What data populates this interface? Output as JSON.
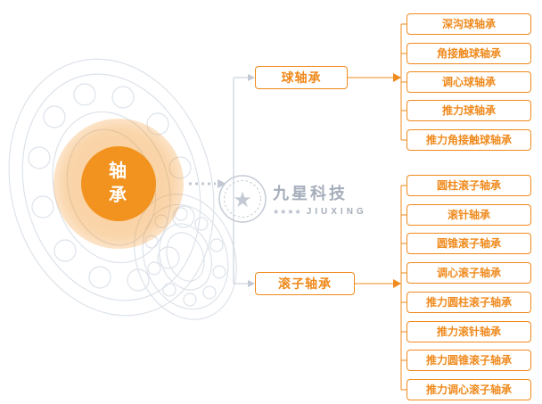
{
  "diagram": {
    "root": {
      "label": "轴\n承"
    },
    "branches": [
      {
        "label": "球轴承",
        "children": [
          "深沟球轴承",
          "角接触球轴承",
          "调心球轴承",
          "推力球轴承",
          "推力角接触球轴承"
        ]
      },
      {
        "label": "滚子轴承",
        "children": [
          "圆柱滚子轴承",
          "滚针轴承",
          "圆锥滚子轴承",
          "调心滚子轴承",
          "推力圆柱滚子轴承",
          "推力滚针轴承",
          "推力圆锥滚子轴承",
          "推力调心滚子轴承"
        ]
      }
    ]
  },
  "watermark": {
    "company": "九星科技",
    "latin": "JIUXING",
    "stars": "★★★★",
    "logo_glyph": "★"
  },
  "colors": {
    "accent": "#f08a1d",
    "root_fill": "#f2931f",
    "halo": "rgba(242,146,35,0.38)",
    "wireframe": "#dde3ea",
    "watermark_gray": "#a6aebb",
    "connector_gray": "#c2c9d4"
  }
}
